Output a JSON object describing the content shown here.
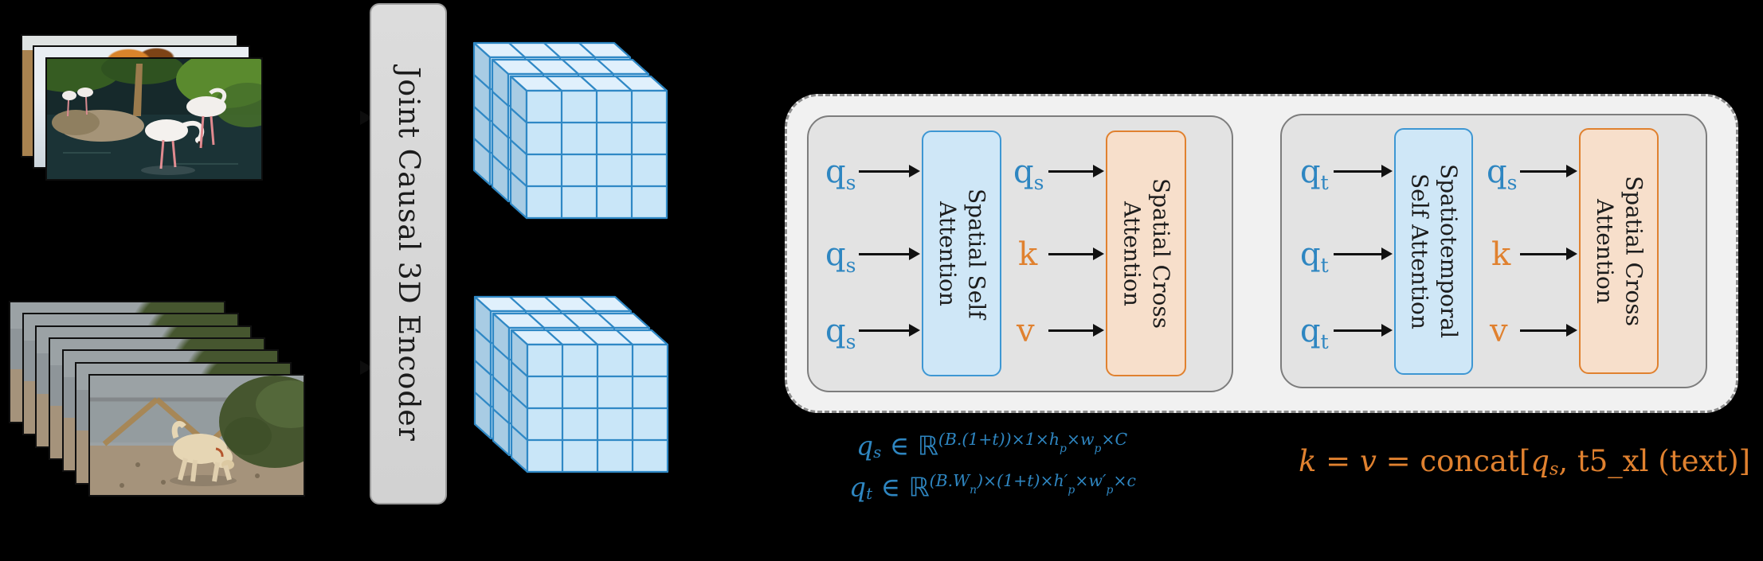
{
  "encoder": {
    "label": "Joint Causal 3D Encoder"
  },
  "inputs": {
    "image_stack": {
      "frames": [
        "pyramid-photo",
        "red-panda-photo",
        "flamingo-photo"
      ]
    },
    "video_stack": {
      "content": "dog-video-frames",
      "frame_count": 7
    }
  },
  "latents": {
    "image_latent": {
      "layers": 3,
      "grid": "4x4"
    },
    "video_latent": {
      "layers": 3,
      "grid": "4x4"
    }
  },
  "panel": {
    "blocks": [
      {
        "self_attention": {
          "label": "Spatial Self\nAttention"
        },
        "cross_attention": {
          "label": "Spatial Cross\nAttention"
        },
        "self_inputs": [
          {
            "main": "q",
            "sub": "s"
          },
          {
            "main": "q",
            "sub": "s"
          },
          {
            "main": "q",
            "sub": "s"
          }
        ],
        "cross_inputs": [
          {
            "main": "q",
            "sub": "s"
          },
          {
            "main": "k",
            "sub": ""
          },
          {
            "main": "v",
            "sub": ""
          }
        ]
      },
      {
        "self_attention": {
          "label": "Spatiotemporal\nSelf Attention"
        },
        "cross_attention": {
          "label": "Spatial Cross\nAttention"
        },
        "self_inputs": [
          {
            "main": "q",
            "sub": "t"
          },
          {
            "main": "q",
            "sub": "t"
          },
          {
            "main": "q",
            "sub": "t"
          }
        ],
        "cross_inputs": [
          {
            "main": "q",
            "sub": "s"
          },
          {
            "main": "k",
            "sub": ""
          },
          {
            "main": "v",
            "sub": ""
          }
        ]
      }
    ]
  },
  "formulas": {
    "qs_shape": {
      "segments": [
        {
          "t": "q",
          "c": "i"
        },
        {
          "t": "s",
          "c": "sub"
        },
        {
          "t": " ∈ ",
          "c": "n"
        },
        {
          "t": "ℝ",
          "c": "bb"
        },
        {
          "t": "(B.(1+t))×1×",
          "c": "sup"
        },
        {
          "t": "h",
          "c": "sup"
        },
        {
          "t": "p",
          "c": "supsub"
        },
        {
          "t": "×",
          "c": "sup"
        },
        {
          "t": "w",
          "c": "sup"
        },
        {
          "t": "p",
          "c": "supsub"
        },
        {
          "t": "×C",
          "c": "sup"
        }
      ]
    },
    "qt_shape": {
      "segments": [
        {
          "t": "q",
          "c": "i"
        },
        {
          "t": "t",
          "c": "sub"
        },
        {
          "t": " ∈ ",
          "c": "n"
        },
        {
          "t": "ℝ",
          "c": "bb"
        },
        {
          "t": "(B.W",
          "c": "sup"
        },
        {
          "t": "n",
          "c": "supsub"
        },
        {
          "t": ")×(1+t)×",
          "c": "sup"
        },
        {
          "t": "h′",
          "c": "sup"
        },
        {
          "t": "p",
          "c": "supsub"
        },
        {
          "t": "×",
          "c": "sup"
        },
        {
          "t": "w′",
          "c": "sup"
        },
        {
          "t": "p",
          "c": "supsub"
        },
        {
          "t": "×c",
          "c": "sup"
        }
      ]
    },
    "kv_def": {
      "segments": [
        {
          "t": "k",
          "c": "i"
        },
        {
          "t": " = ",
          "c": "n"
        },
        {
          "t": "v",
          "c": "i"
        },
        {
          "t": " = concat[",
          "c": "n"
        },
        {
          "t": "q",
          "c": "i"
        },
        {
          "t": "s",
          "c": "sub"
        },
        {
          "t": ", t5_xl (text)]",
          "c": "n"
        }
      ]
    }
  },
  "colors": {
    "blue_text": "#2e86c1",
    "orange_text": "#e0812f",
    "blue_box_fill": "#cfe7f7",
    "blue_box_border": "#3e97d3",
    "orange_box_fill": "#f7dfcb",
    "orange_box_border": "#e0812f",
    "panel_fill": "#f1f1f1",
    "block_fill": "#e3e3e3",
    "encoder_fill": "#d7d7d7",
    "cube_fill": "#c9e6f8",
    "cube_border": "#2f88c5"
  }
}
